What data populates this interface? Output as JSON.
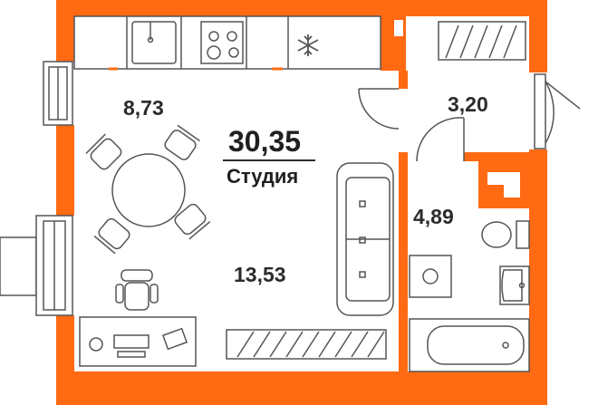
{
  "plan": {
    "total_area": "30,35",
    "apartment_type": "Студия",
    "rooms": {
      "kitchen_area": "8,73",
      "living_area": "13,53",
      "hall_area": "3,20",
      "bathroom_area": "4,89"
    }
  },
  "colors": {
    "wall": "#ff6a13",
    "line": "#555555",
    "text": "#2b2b2b",
    "background": "#ffffff"
  },
  "icons": [
    "snowflake-icon"
  ]
}
